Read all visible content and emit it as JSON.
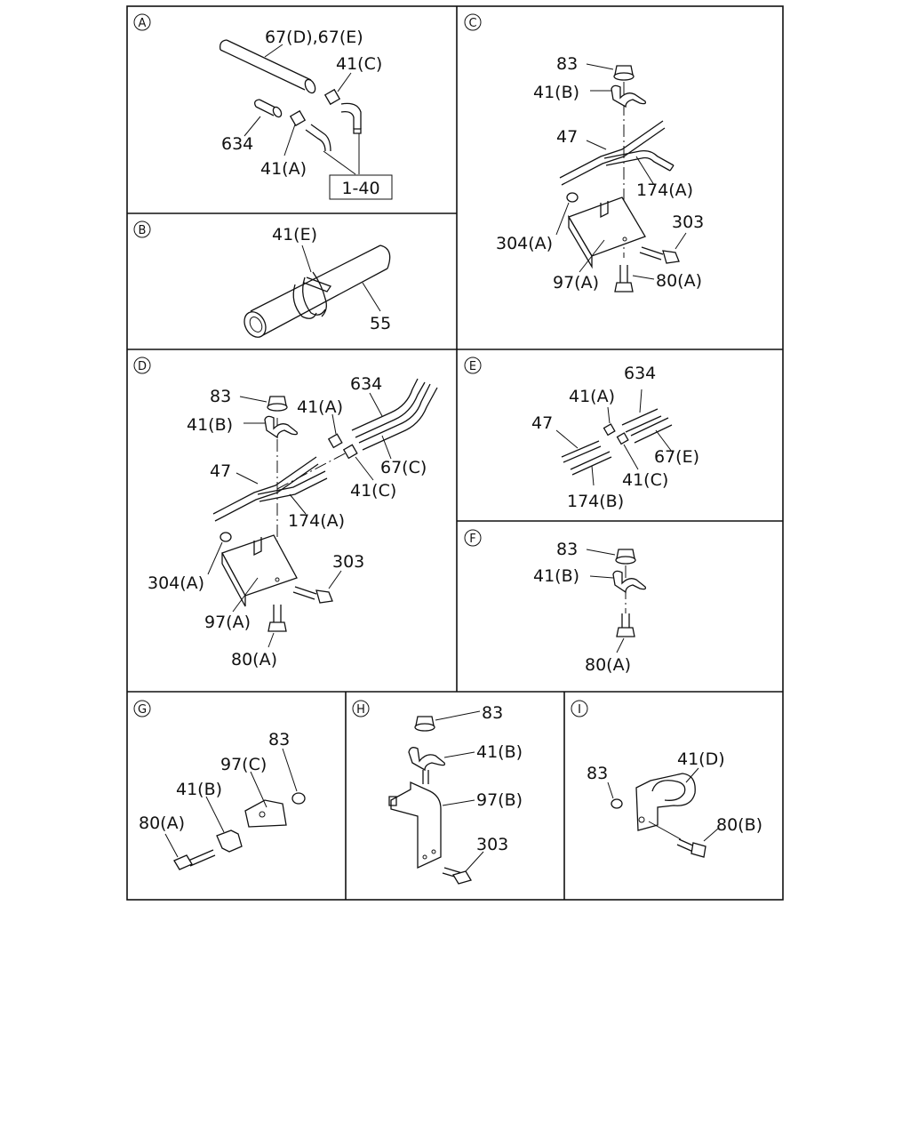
{
  "panels": {
    "A": {
      "badge": "A",
      "labels": [
        "67(D),67(E)",
        "41(C)",
        "634",
        "41(A)"
      ],
      "ref_box": "1-40"
    },
    "B": {
      "badge": "B",
      "labels": [
        "41(E)",
        "55"
      ]
    },
    "C": {
      "badge": "C",
      "labels": [
        "83",
        "41(B)",
        "47",
        "174(A)",
        "303",
        "304(A)",
        "97(A)",
        "80(A)"
      ]
    },
    "D": {
      "badge": "D",
      "labels": [
        "83",
        "41(A)",
        "634",
        "41(B)",
        "67(C)",
        "47",
        "41(C)",
        "174(A)",
        "303",
        "304(A)",
        "97(A)",
        "80(A)"
      ]
    },
    "E": {
      "badge": "E",
      "labels": [
        "634",
        "41(A)",
        "47",
        "67(E)",
        "41(C)",
        "174(B)"
      ]
    },
    "F": {
      "badge": "F",
      "labels": [
        "83",
        "41(B)",
        "80(A)"
      ]
    },
    "G": {
      "badge": "G",
      "labels": [
        "83",
        "97(C)",
        "41(B)",
        "80(A)"
      ]
    },
    "H": {
      "badge": "H",
      "labels": [
        "83",
        "41(B)",
        "97(B)",
        "303"
      ]
    },
    "I": {
      "badge": "I",
      "labels": [
        "41(D)",
        "83",
        "80(B)"
      ]
    }
  },
  "icons": {
    "badge": "circled-letter-icon",
    "clamp": "clamp-icon",
    "nut": "flange-nut-icon",
    "bolt": "bolt-icon",
    "bracket": "bracket-icon",
    "pipe": "pipe-icon"
  }
}
